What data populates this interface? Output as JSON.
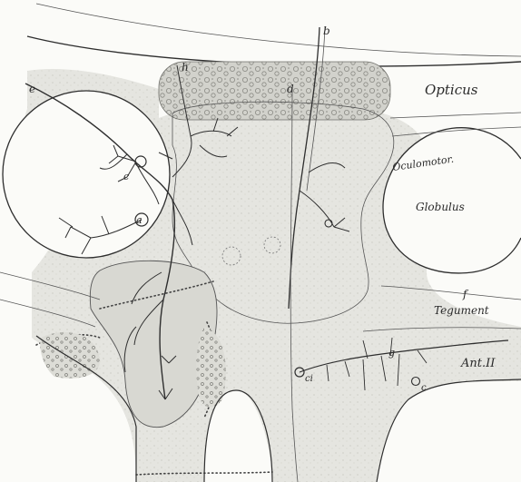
{
  "labels": {
    "opticus": "Opticus",
    "oculomotor": "Oculomotor.",
    "globulus": "Globulus",
    "tegument": "Tegument",
    "ant_ii": "Ant.II",
    "letter_b": "b",
    "letter_h": "h",
    "letter_d": "d",
    "letter_e": "e",
    "letter_c": "c",
    "letter_a": "a",
    "letter_f": "f",
    "letter_g": "g",
    "letter_ci": "ci",
    "letter_c2": "c"
  },
  "colors": {
    "paper": "#fbfbf8",
    "shading": "#e3e3df",
    "optic_layer": "#cfcfca",
    "ink": "#2e2e2e"
  }
}
